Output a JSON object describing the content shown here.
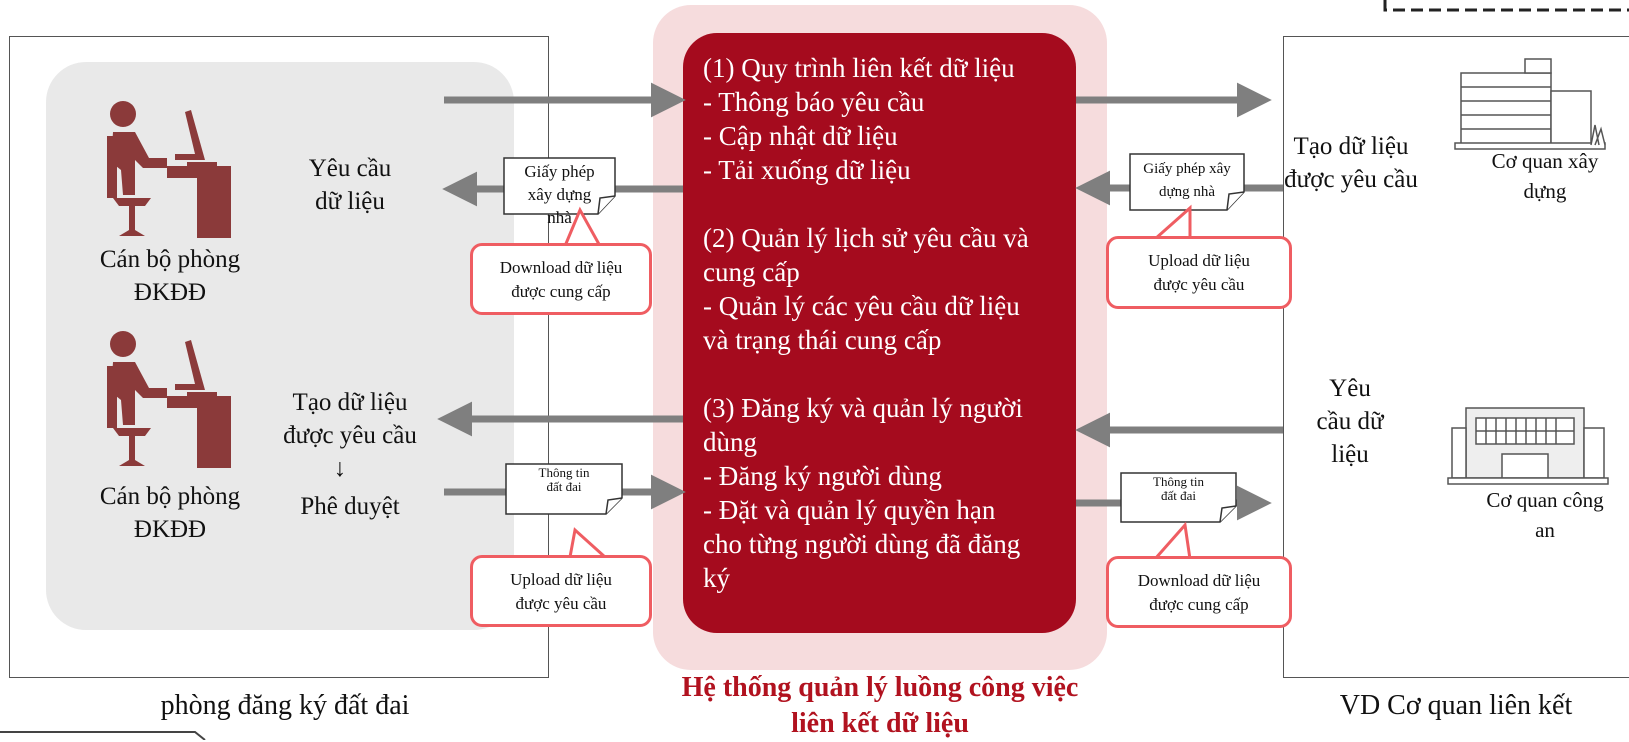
{
  "left": {
    "caption": "phòng đăng ký đất đai",
    "person1_label": "Cán bộ phòng\nĐKĐĐ",
    "person2_label": "Cán bộ phòng\nĐKĐĐ",
    "request_label": "Yêu cầu\ndữ liệu",
    "create_label": "Tạo dữ liệu\nđược yêu cầu",
    "arrow_down": "↓",
    "approve_label": "Phê duyệt"
  },
  "center": {
    "caption_line1": "Hệ thống quản lý luồng công việc",
    "caption_line2": "liên kết dữ liệu",
    "section1": "(1) Quy trình liên kết dữ liệu\n- Thông báo yêu cầu\n- Cập nhật dữ liệu\n- Tải xuống dữ liệu",
    "section2": "(2) Quản lý lịch sử yêu cầu và\ncung cấp\n- Quản lý các yêu cầu dữ liệu\nvà trạng thái cung cấp",
    "section3": "(3) Đăng ký và quản lý người\ndùng\n- Đăng ký người dùng\n- Đặt và quản lý quyền hạn\ncho từng người dùng đã đăng\nký"
  },
  "right": {
    "caption": "VD Cơ quan liên kết",
    "create_label": "Tạo dữ liệu\nđược yêu cầu",
    "request_label": "Yêu\ncầu dữ\nliệu",
    "agency1": "Cơ quan xây\ndựng",
    "agency2": "Cơ quan công\nan"
  },
  "documents": {
    "doc_left_top": "Giấy phép\nxây dựng\nnhà",
    "doc_right_top": "Giấy phép xây\ndựng nhà",
    "doc_left_bottom": "Thông tin\nđất đai",
    "doc_right_bottom": "Thông tin\nđất đai"
  },
  "bubbles": {
    "left_top": "Download dữ liệu\nđược cung cấp",
    "right_top": "Upload dữ liệu\nđược yêu cầu",
    "left_bottom": "Upload dữ liệu\nđược yêu cầu",
    "right_bottom": "Download dữ liệu\nđược cung cấp"
  },
  "colors": {
    "center_fill": "#a50b1e",
    "center_halo": "#f6dcdd",
    "person_icon": "#8b3a3a",
    "bubble_border": "#ef5d62",
    "arrow": "#7f7f7f"
  }
}
